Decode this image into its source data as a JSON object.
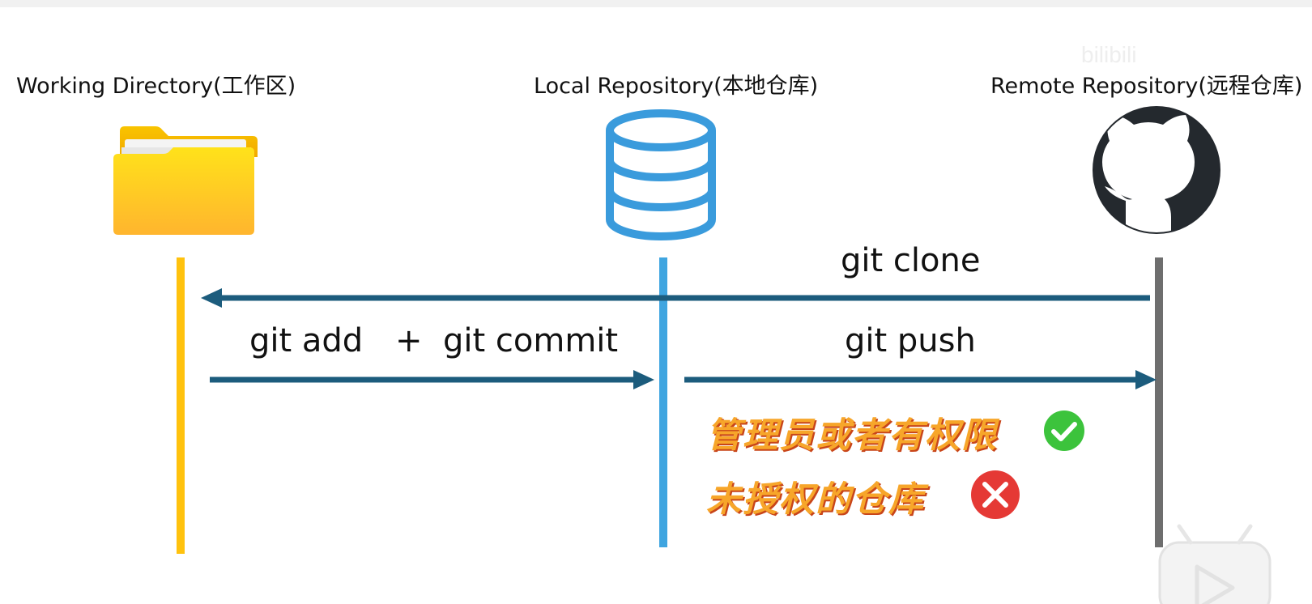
{
  "columns": {
    "working_directory": "Working Directory(工作区)",
    "local_repository": "Local Repository(本地仓库)",
    "remote_repository": "Remote Repository(远程仓库)"
  },
  "commands": {
    "clone": "git clone",
    "add": "git add",
    "plus": "+",
    "commit": "git commit",
    "push": "git push"
  },
  "permissions": {
    "allowed": "管理员或者有权限",
    "denied": "未授权的仓库"
  },
  "icons": {
    "working": "folder-icon",
    "local": "database-icon",
    "remote": "github-icon",
    "allowed": "check-circle-icon",
    "denied": "cross-circle-icon"
  },
  "colors": {
    "working_lifeline": "#FFC20E",
    "local_lifeline": "#3FA5E0",
    "remote_lifeline": "#6E6E6E",
    "arrow": "#1C5C7D",
    "database": "#3A9BDC",
    "github": "#24292E",
    "check": "#3CC33C",
    "cross": "#E53935",
    "emphasis_text": "#F7A62A"
  }
}
